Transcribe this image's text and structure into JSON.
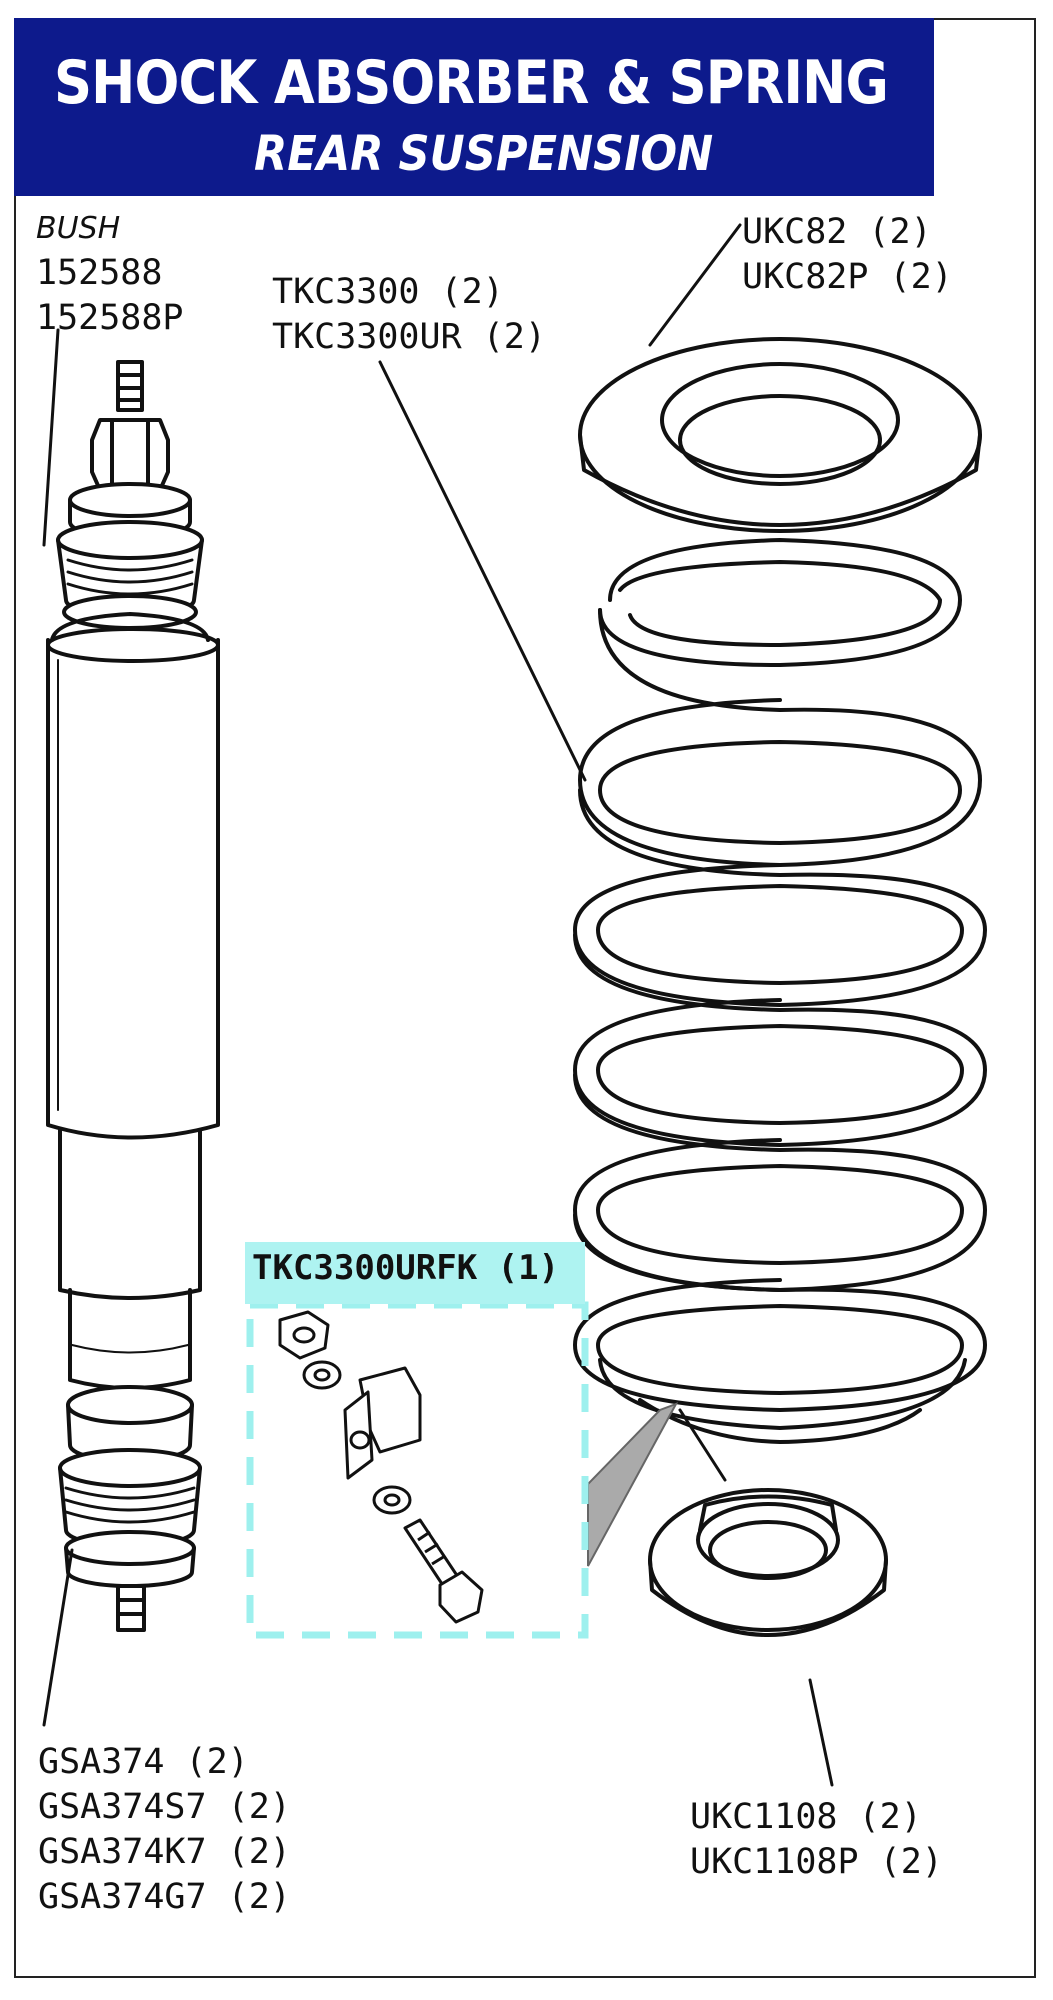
{
  "header": {
    "title": "SHOCK ABSORBER & SPRING",
    "subtitle": "REAR SUSPENSION"
  },
  "labels": {
    "bush": {
      "caption": "BUSH",
      "parts": [
        "152588",
        "152588P"
      ]
    },
    "spring": {
      "parts": [
        "TKC3300 (2)",
        "TKC3300UR (2)"
      ]
    },
    "upper_seat": {
      "parts": [
        "UKC82 (2)",
        "UKC82P (2)"
      ]
    },
    "fitting_kit": {
      "part": "TKC3300URFK (1)"
    },
    "shock_absorber": {
      "parts": [
        "GSA374 (2)",
        "GSA374S7 (2)",
        "GSA374K7 (2)",
        "GSA374G7 (2)"
      ]
    },
    "lower_seat": {
      "parts": [
        "UKC1108 (2)",
        "UKC1108P (2)"
      ]
    }
  },
  "colors": {
    "banner": "#0d1a8c",
    "kit_highlight": "#aef3f1",
    "kit_outline": "#9ef0ee",
    "line": "#111111"
  }
}
